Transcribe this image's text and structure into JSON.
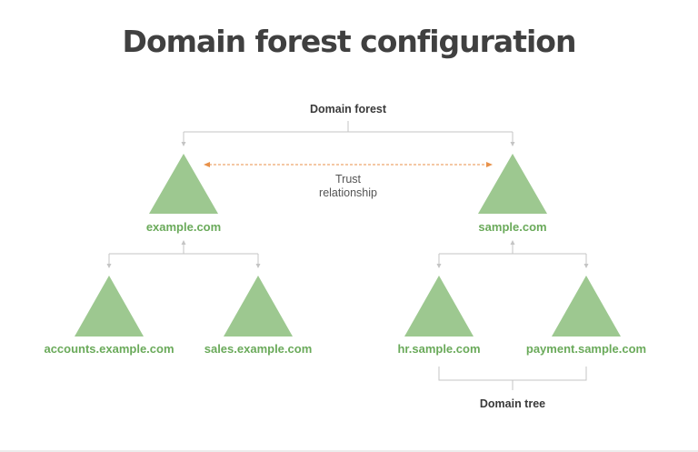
{
  "title": "Domain forest configuration",
  "forest_label": "Domain forest",
  "tree_label": "Domain tree",
  "trust_label_line1": "Trust",
  "trust_label_line2": "relationship",
  "colors": {
    "triangle": "#9dc890",
    "node_text": "#6aaa5a",
    "trust_line": "#e8914a",
    "connector": "#c4c4c4",
    "title_text": "#404040"
  },
  "nodes": {
    "root_left": "example.com",
    "root_right": "sample.com",
    "child_left_1": "accounts.example.com",
    "child_left_2": "sales.example.com",
    "child_right_1": "hr.sample.com",
    "child_right_2": "payment.sample.com"
  }
}
